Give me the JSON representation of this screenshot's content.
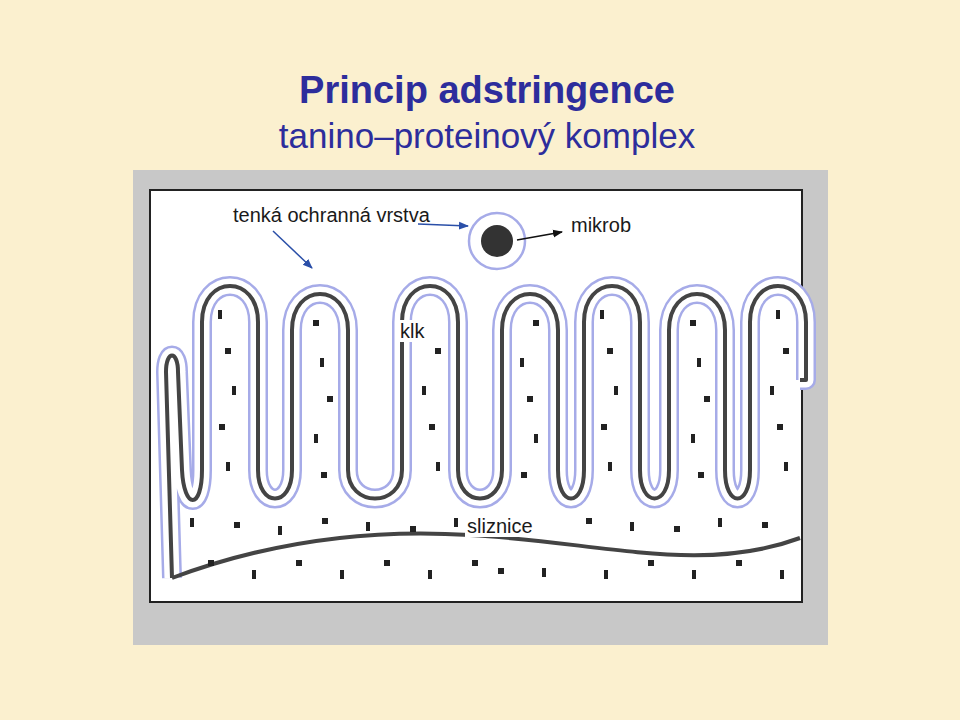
{
  "diagram": {
    "title": "Princip adstringence",
    "labels": [
      "tanino–proteinový komplex",
      "tenká ochranná vrstva",
      "mikrob",
      "klk",
      "sliznice"
    ]
  }
}
